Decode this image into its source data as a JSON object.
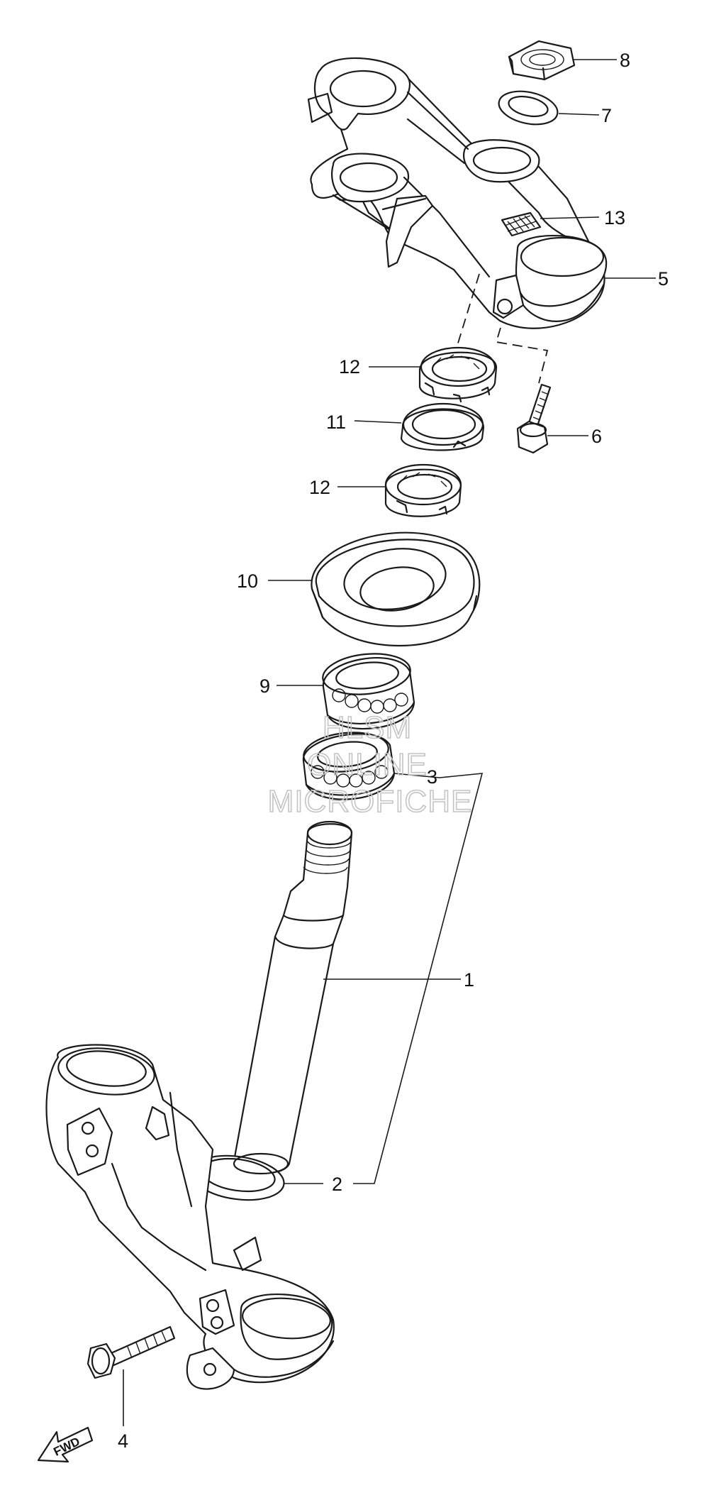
{
  "callouts": {
    "c1": "1",
    "c2": "2",
    "c3": "3",
    "c4": "4",
    "c5": "5",
    "c6": "6",
    "c7": "7",
    "c8": "8",
    "c9": "9",
    "c10": "10",
    "c11": "11",
    "c12a": "12",
    "c12b": "12",
    "c13": "13"
  },
  "watermark": {
    "line1": "HLSM",
    "line2": "ONLINE",
    "line3": "MICROFICHE"
  },
  "fwd_arrow": {
    "label": "FWD"
  }
}
